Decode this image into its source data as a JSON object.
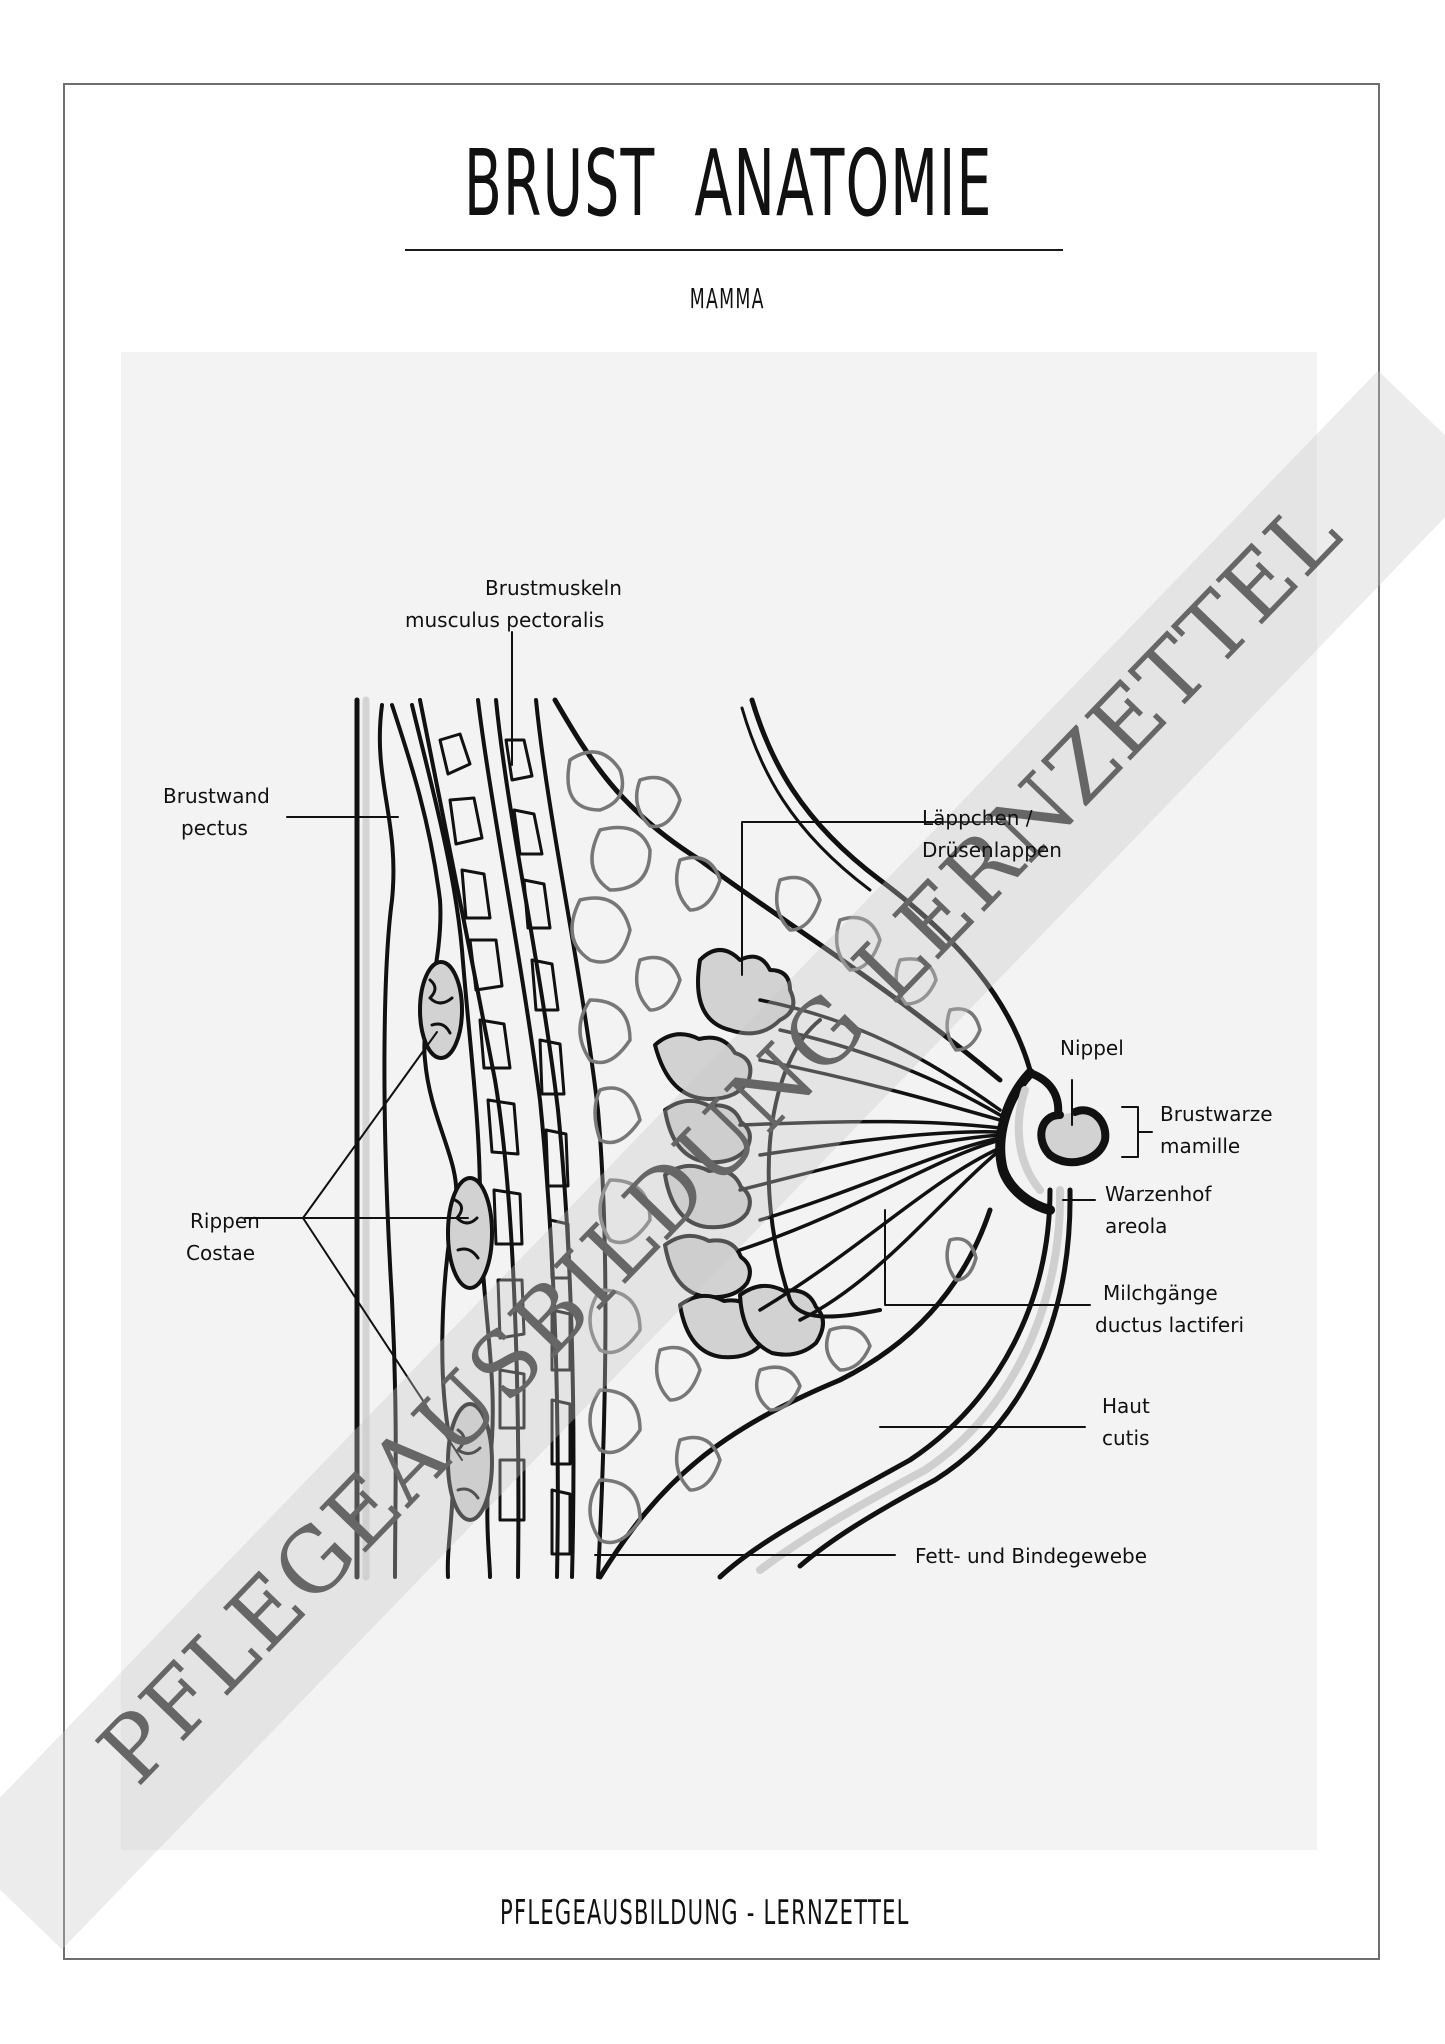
{
  "header": {
    "title": "BRUST ANATOMIE",
    "subtitle": "MAMMA"
  },
  "labels": {
    "muscle": {
      "line1": "Brustmuskeln",
      "line2": "musculus   pectoralis"
    },
    "chest_wall": {
      "line1": "Brustwand",
      "line2": "pectus"
    },
    "lobules": {
      "line1": "Läppchen /",
      "line2": "Drüsenlappen"
    },
    "nipple": {
      "line1": "Nippel"
    },
    "mamilla": {
      "line1": "Brustwarze",
      "line2": "mamille"
    },
    "areola": {
      "line1": "Warzenhof",
      "line2": "areola"
    },
    "ducts": {
      "line1": "Milchgänge",
      "line2": "ductus   lactiferi"
    },
    "ribs": {
      "line1": "Rippen",
      "line2": "Costae"
    },
    "skin": {
      "line1": "Haut",
      "line2": "cutis"
    },
    "fat": {
      "line1": "Fett-  und  Bindegewebe"
    }
  },
  "footer": {
    "text": "PFLEGEAUSBILDUNG - LERNZETTEL"
  },
  "watermark": {
    "text": "PFLEGEAUSBILDUNG LERNZETTEL",
    "color": "#666666"
  },
  "colors": {
    "panel": "#f3f3f3",
    "ink": "#111111",
    "tissue_gray": "#777777",
    "fill_gray": "#d2d2d2"
  }
}
